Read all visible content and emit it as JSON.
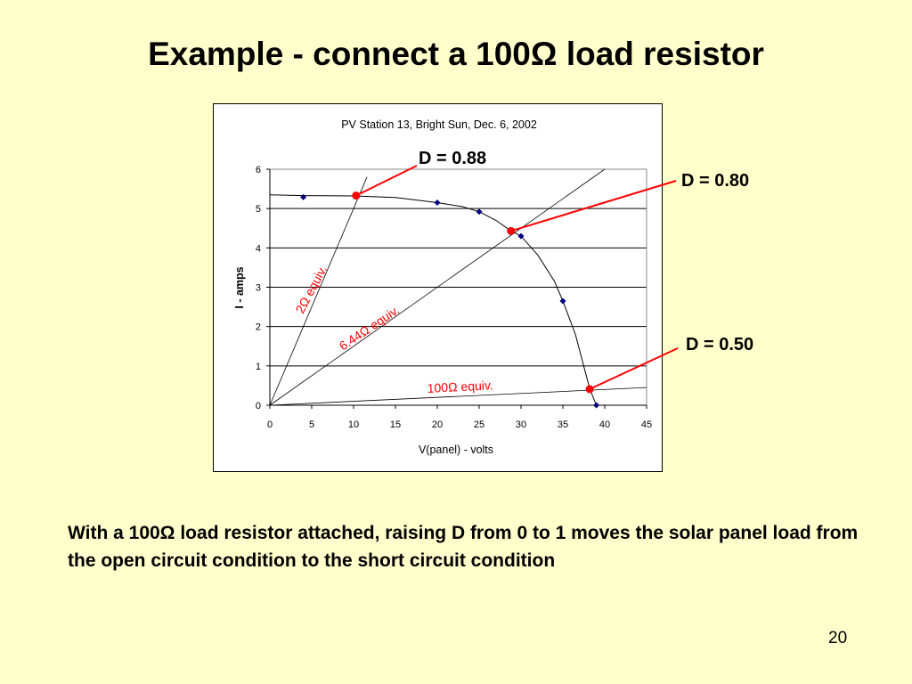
{
  "slide": {
    "title": "Example - connect a 100Ω load resistor",
    "caption": "With a 100Ω load resistor attached, raising D from 0 to 1 moves the solar panel load from the open circuit condition to the short circuit condition",
    "page_number": "20"
  },
  "chart_data": {
    "type": "scatter",
    "title": "PV Station 13, Bright Sun, Dec. 6, 2002",
    "xlabel": "V(panel) - volts",
    "ylabel": "I - amps",
    "xlim": [
      0,
      45
    ],
    "ylim": [
      0,
      6
    ],
    "xticks": [
      0,
      5,
      10,
      15,
      20,
      25,
      30,
      35,
      40,
      45
    ],
    "yticks": [
      0,
      1,
      2,
      3,
      4,
      5,
      6
    ],
    "grid": "horizontal",
    "series": [
      {
        "color": "#000080",
        "marker": "diamond",
        "points": [
          [
            4,
            5.29
          ],
          [
            20,
            5.15
          ],
          [
            25,
            4.92
          ],
          [
            30,
            4.3
          ],
          [
            35,
            2.65
          ],
          [
            39,
            0
          ]
        ]
      }
    ],
    "curve": [
      [
        0,
        5.35
      ],
      [
        4,
        5.33
      ],
      [
        10,
        5.32
      ],
      [
        15,
        5.28
      ],
      [
        20,
        5.15
      ],
      [
        23,
        5.05
      ],
      [
        25,
        4.92
      ],
      [
        27,
        4.7
      ],
      [
        28.8,
        4.43
      ],
      [
        30,
        4.3
      ],
      [
        32,
        3.82
      ],
      [
        34,
        3.15
      ],
      [
        35,
        2.65
      ],
      [
        36.5,
        1.8
      ],
      [
        38.2,
        0.42
      ],
      [
        39,
        0
      ]
    ],
    "load_lines": [
      {
        "label": "2Ω equiv.",
        "end": [
          11.6,
          5.8
        ]
      },
      {
        "label": "6.44Ω equiv.",
        "end": [
          40,
          6
        ]
      },
      {
        "label": "100Ω equiv.",
        "end": [
          45,
          0.45
        ]
      }
    ],
    "operating_points": [
      {
        "label": "D = 0.88",
        "x": 10.3,
        "y": 5.33
      },
      {
        "label": "D = 0.80",
        "x": 28.8,
        "y": 4.43
      },
      {
        "label": "D = 0.50",
        "x": 38.2,
        "y": 0.41
      }
    ],
    "colors": {
      "annotation": "#ff0000",
      "marker": "#000080",
      "line": "#000000"
    }
  }
}
